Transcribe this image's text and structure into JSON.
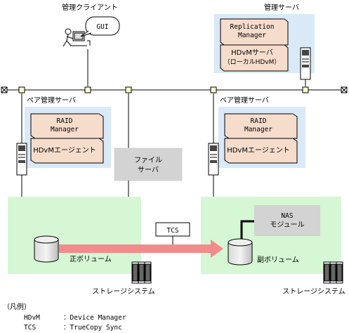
{
  "top": {
    "management_client": "管理クライアント",
    "gui": "GUI",
    "management_server": "管理サーバ",
    "replication_manager": [
      "Replication",
      "Manager"
    ],
    "hdvm_server": [
      "HDvMサーバ",
      "（ローカルHDvM）"
    ]
  },
  "pair_servers": [
    {
      "label": "ペア管理サーバ",
      "raid_manager": [
        "RAID",
        "Manager"
      ],
      "agent": "HDvMエージェント"
    },
    {
      "label": "ペア管理サーバ",
      "raid_manager": [
        "RAID",
        "Manager"
      ],
      "agent": "HDvMエージェント"
    }
  ],
  "file_server": [
    "ファイル",
    "サーバ"
  ],
  "storage": {
    "left": {
      "volume": "正ボリューム",
      "label": "ストレージシステム"
    },
    "right": {
      "volume": "副ボリューム",
      "label": "ストレージシステム",
      "nas_module": [
        "NAS",
        "モジュール"
      ]
    },
    "tcs": "TCS"
  },
  "legend": {
    "title": "（凡例）",
    "items": [
      {
        "abbr": "HDvM",
        "desc": "：Device Manager"
      },
      {
        "abbr": "TCS",
        "desc": "：TrueCopy Sync"
      }
    ]
  },
  "colors": {
    "server_zone": "#d9e9f7",
    "component_box": "#f6dccb",
    "storage_zone": "#d5f7d4",
    "gray_box": "#d3d3d3",
    "arrow": "#f28c8c"
  }
}
